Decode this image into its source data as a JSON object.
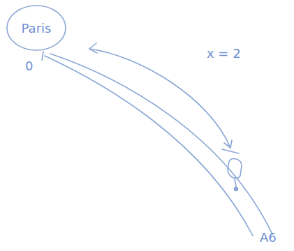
{
  "diagram": {
    "nodes": [
      {
        "text": [
          "Paris"
        ]
      }
    ],
    "labels": [
      "0",
      "x = 2",
      "A6"
    ]
  }
}
